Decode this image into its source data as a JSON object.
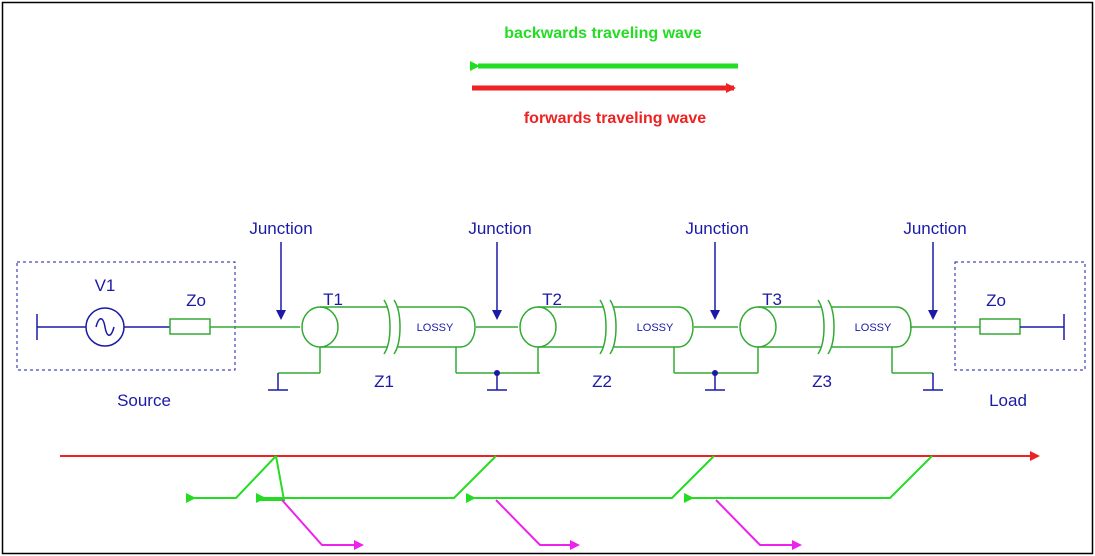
{
  "legend": {
    "backwards_label": "backwards traveling wave",
    "forwards_label": "forwards traveling wave"
  },
  "junctions": [
    "Junction",
    "Junction",
    "Junction",
    "Junction"
  ],
  "source": {
    "gen_label": "V1",
    "res_label": "Zo",
    "box_label": "Source"
  },
  "load": {
    "res_label": "Zo",
    "box_label": "Load"
  },
  "lines": [
    {
      "t_label": "T1",
      "z_label": "Z1",
      "lossy_label": "LOSSY"
    },
    {
      "t_label": "T2",
      "z_label": "Z2",
      "lossy_label": "LOSSY"
    },
    {
      "t_label": "T3",
      "z_label": "Z3",
      "lossy_label": "LOSSY"
    }
  ],
  "colors": {
    "border": "#000000",
    "schematic_blue": "#1a1aa6",
    "component_green": "#33aa33",
    "wave_green": "#22dd22",
    "wave_red": "#ee2222",
    "wave_magenta": "#ee22ee"
  }
}
